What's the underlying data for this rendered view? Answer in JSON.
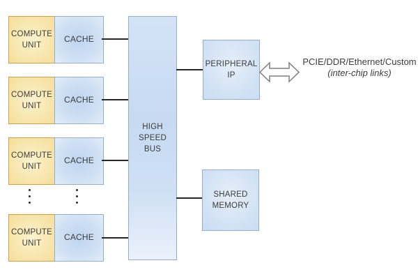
{
  "blocks": {
    "compute_rows": [
      {
        "unit_label": "COMPUTE\nUNIT",
        "cache_label": "CACHE"
      },
      {
        "unit_label": "COMPUTE\nUNIT",
        "cache_label": "CACHE"
      },
      {
        "unit_label": "COMPUTE\nUNIT",
        "cache_label": "CACHE"
      },
      {
        "unit_label": "COMPUTE\nUNIT",
        "cache_label": "CACHE"
      }
    ],
    "bus_label": "HIGH\nSPEED\nBUS",
    "peripheral_label": "PERIPHERAL\nIP",
    "shared_memory_label": "SHARED\nMEMORY"
  },
  "annotations": {
    "link_line1": "PCIE/DDR/Ethernet/Custom",
    "link_line2": "(inter-chip links)"
  },
  "icons": {
    "bidirectional_arrow": "double-headed-horizontal-arrow",
    "ellipsis": "⋮"
  },
  "colors": {
    "compute_fill_edge": "#F2D891",
    "compute_border": "#CBA14A",
    "cache_fill_center": "#BED5F0",
    "blue_border": "#93AECB",
    "io_fill_edge": "#C4D9F1",
    "connector": "#262626",
    "arrow_outline": "#7F7F7F",
    "text": "#3C3C3C"
  }
}
